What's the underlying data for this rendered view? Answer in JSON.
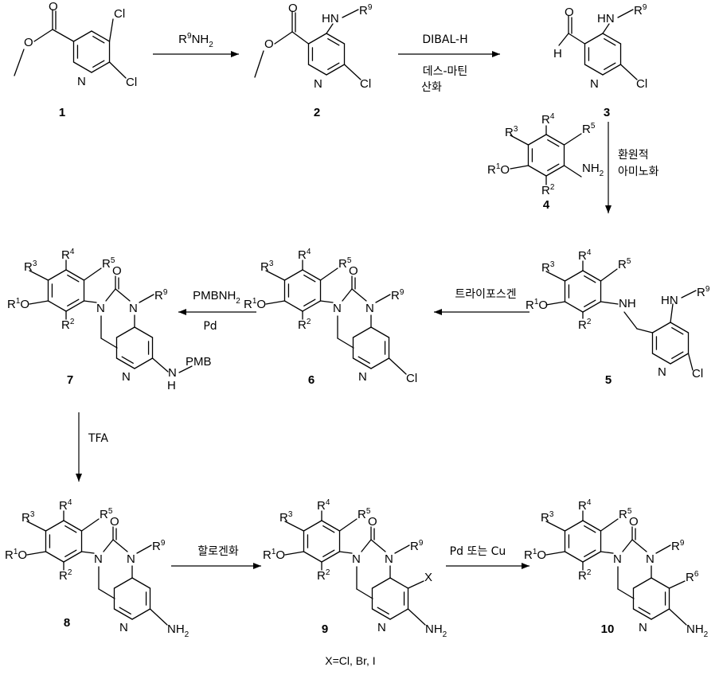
{
  "compounds": [
    {
      "number": "1"
    },
    {
      "number": "2"
    },
    {
      "number": "3"
    },
    {
      "number": "4"
    },
    {
      "number": "5"
    },
    {
      "number": "6"
    },
    {
      "number": "7"
    },
    {
      "number": "8"
    },
    {
      "number": "9"
    },
    {
      "number": "10"
    }
  ],
  "atoms": {
    "Cl": "Cl",
    "N": "N",
    "O": "O",
    "HN": "HN",
    "NH": "NH",
    "NH2": "NH",
    "H": "H",
    "NPMB": "N",
    "PMB": "PMB",
    "X": "X",
    "R": "R",
    "sub2": "2",
    "R1O": "R",
    "R1O_O": "O"
  },
  "r_sups": {
    "r1": "1",
    "r2": "2",
    "r3": "3",
    "r4": "4",
    "r5": "5",
    "r6": "6",
    "r9": "9"
  },
  "reactions": {
    "step1": {
      "above": "R",
      "above_sup": "9",
      "above_tail": "NH",
      "above_sub": "2"
    },
    "step2": {
      "above": "DIBAL-H",
      "below_line1": "데스-마틴",
      "below_line2": "산화"
    },
    "step3": {
      "right_line1": "환원적",
      "right_line2": "아미노화"
    },
    "step4": {
      "above": "트라이포스겐"
    },
    "step5": {
      "above": "PMBNH",
      "above_sub": "2",
      "below": "Pd"
    },
    "step6": {
      "right": "TFA"
    },
    "step7": {
      "above": "할로겐화"
    },
    "step8": {
      "above": "Pd 또는 Cu"
    }
  },
  "footnote": "X=Cl, Br, I"
}
